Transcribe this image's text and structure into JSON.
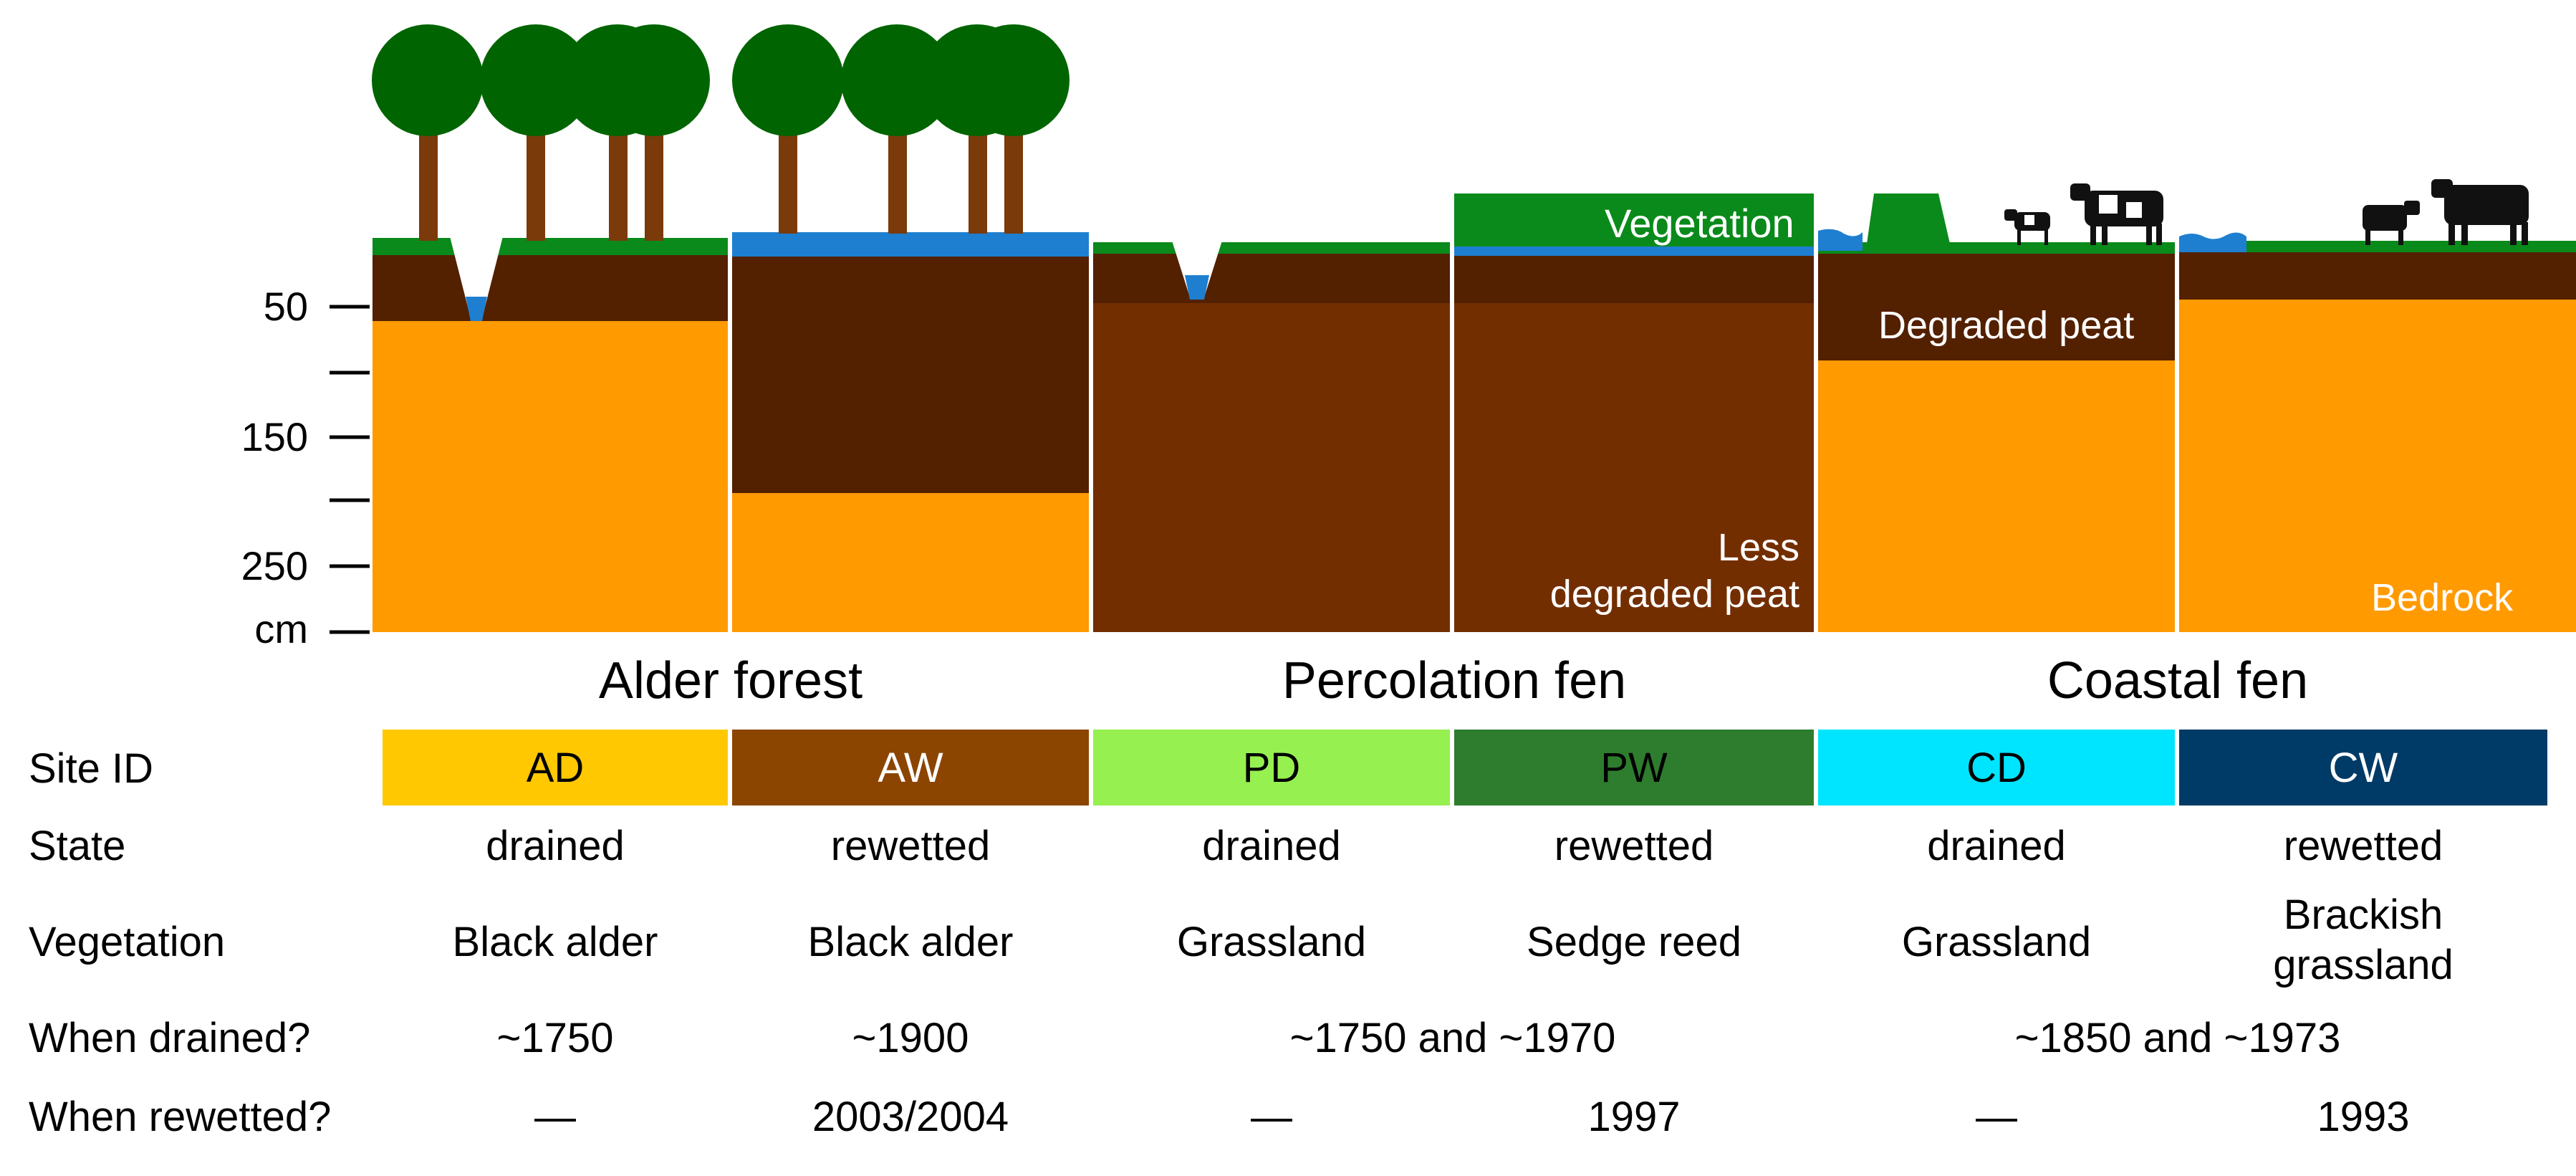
{
  "axis": {
    "tick_labels": [
      "50",
      "150",
      "250"
    ],
    "unit": "cm"
  },
  "profile_labels": {
    "vegetation": "Vegetation",
    "degraded_peat": "Degraded peat",
    "less_degraded_peat": "Less\ndegraded peat",
    "bedrock": "Bedrock"
  },
  "groups": [
    {
      "title": "Alder forest"
    },
    {
      "title": "Percolation fen"
    },
    {
      "title": "Coastal fen"
    }
  ],
  "rows": {
    "site_id": "Site ID",
    "state": "State",
    "vegetation": "Vegetation",
    "when_drained": "When drained?",
    "when_rewetted": "When rewetted?"
  },
  "sites": [
    {
      "id": "AD",
      "color": "#FFC800",
      "text_color": "#000000",
      "state": "drained",
      "vegetation": "Black alder",
      "rewetted": "—"
    },
    {
      "id": "AW",
      "color": "#8B4500",
      "text_color": "#ffffff",
      "state": "rewetted",
      "vegetation": "Black alder",
      "rewetted": "2003/2004"
    },
    {
      "id": "PD",
      "color": "#96F050",
      "text_color": "#000000",
      "state": "drained",
      "vegetation": "Grassland",
      "rewetted": "—"
    },
    {
      "id": "PW",
      "color": "#2E7D2E",
      "text_color": "#000000",
      "state": "rewetted",
      "vegetation": "Sedge reed",
      "rewetted": "1997"
    },
    {
      "id": "CD",
      "color": "#00E5FF",
      "text_color": "#000000",
      "state": "drained",
      "vegetation": "Grassland",
      "rewetted": "—"
    },
    {
      "id": "CW",
      "color": "#003A66",
      "text_color": "#ffffff",
      "state": "rewetted",
      "vegetation": "Brackish\ngrassland",
      "rewetted": "1993"
    }
  ],
  "drained_when": {
    "ad": "~1750",
    "aw": "~1900",
    "percolation": "~1750 and ~1970",
    "coastal": "~1850 and ~1973"
  },
  "colors": {
    "subsoil": "#FF9A00",
    "degraded_peat": "#532000",
    "less_degraded_peat": "#732E00",
    "vegetation_strip": "#0A8A1A",
    "water": "#1E7FD0",
    "tree_crown": "#006400",
    "tree_trunk": "#7A3A0A"
  }
}
